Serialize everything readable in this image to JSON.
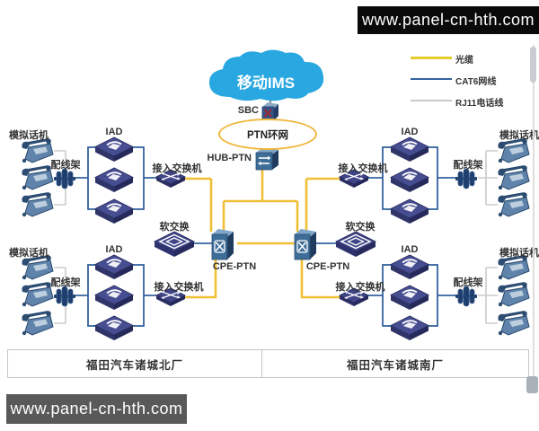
{
  "watermark_top": {
    "text": "www.panel-cn-hth.com"
  },
  "watermark_bottom": {
    "text": "www.panel-cn-hth.com"
  },
  "legend": {
    "fiber": {
      "label": "光缆",
      "color": "#E6CD2E"
    },
    "cat6": {
      "label": "CAT6网线",
      "color": "#33619E"
    },
    "rj11": {
      "label": "RJ11电话线",
      "color": "#C8C8C8"
    }
  },
  "core": {
    "cloud_label": "移动IMS",
    "sbc_label": "SBC",
    "ptn_ring_label": "PTN环网",
    "hub_label": "HUB-PTN",
    "cpe_left_label": "CPE-PTN",
    "cpe_right_label": "CPE-PTN",
    "softswitch_left_label": "软交换",
    "softswitch_right_label": "软交换"
  },
  "quadrants": {
    "nw": {
      "phones": "模拟话机",
      "patch": "配线架",
      "iad": "IAD",
      "switch": "接入交换机"
    },
    "ne": {
      "phones": "模拟话机",
      "patch": "配线架",
      "iad": "IAD",
      "switch": "接入交换机"
    },
    "sw": {
      "phones": "模拟话机",
      "patch": "配线架",
      "iad": "IAD",
      "switch": "接入交换机"
    },
    "se": {
      "phones": "模拟话机",
      "patch": "配线架",
      "iad": "IAD",
      "switch": "接入交换机"
    }
  },
  "plants": {
    "north": "福田汽车诸城北厂",
    "south": "福田汽车诸城南厂"
  },
  "colors": {
    "cloud_blue": "#29A7E0",
    "fiber_line": "#EFBF35",
    "cat6_line": "#35639F",
    "rj11_line": "#CBCBCB",
    "ring_stroke": "#EFB73C",
    "device_navy": "#3F4586",
    "device_steel": "#3E6D98",
    "watermark_top_bg": "#0A0A0A",
    "watermark_bottom_bg": "#595959"
  },
  "icons": {
    "cloud": "ims-cloud",
    "sbc": "sbc-device",
    "hub": "hub-ptn-device",
    "cpe": "cpe-ptn-device",
    "softswitch": "softswitch-device",
    "switch": "access-switch",
    "iad": "iad-device",
    "patch": "patch-panel",
    "phone": "analog-phone"
  }
}
